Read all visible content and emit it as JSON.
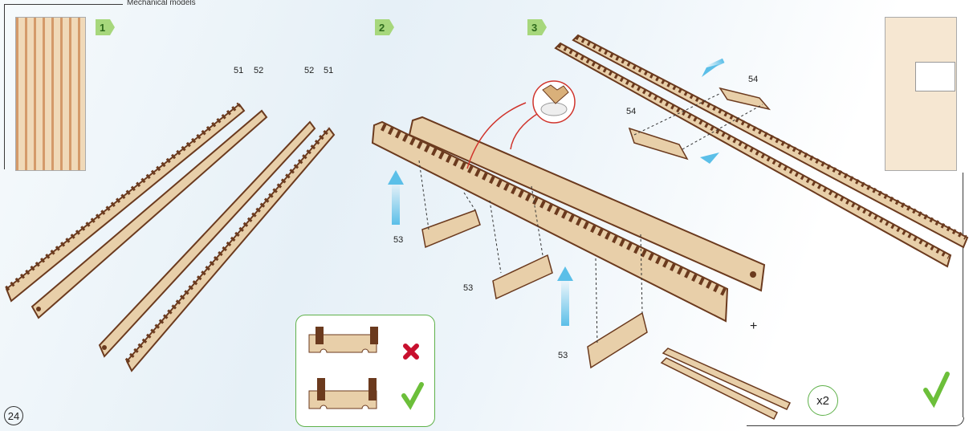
{
  "header": {
    "section_title": "Mechanical models"
  },
  "page": {
    "number": "24"
  },
  "steps": [
    {
      "label": "1"
    },
    {
      "label": "2"
    },
    {
      "label": "3"
    }
  ],
  "step1": {
    "parts": [
      {
        "label": "51"
      },
      {
        "label": "52"
      },
      {
        "label": "52"
      },
      {
        "label": "51"
      }
    ]
  },
  "step2": {
    "parts": [
      {
        "label": "53"
      },
      {
        "label": "53"
      },
      {
        "label": "53"
      }
    ]
  },
  "step3": {
    "parts": [
      {
        "label": "54"
      },
      {
        "label": "54"
      }
    ]
  },
  "multiplier": {
    "label": "x2"
  },
  "plus_sign": "+",
  "colors": {
    "wood": "#e8cfa9",
    "wood_edge": "#6b3a1e",
    "arrow": "#5bbfe8",
    "check": "#6cbf3a",
    "cross": "#c8102e",
    "step_badge": "#a7d77c"
  }
}
